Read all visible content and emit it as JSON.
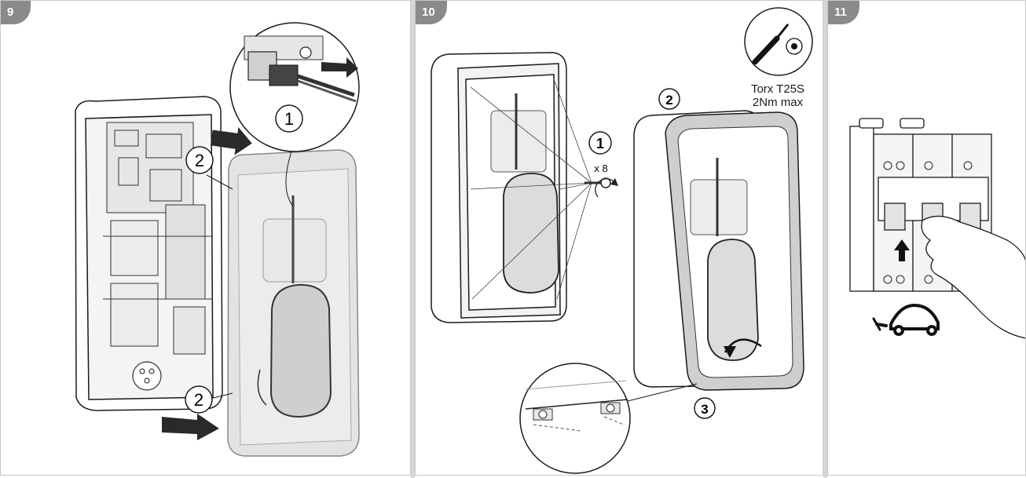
{
  "steps": {
    "step9": {
      "number": "9",
      "callouts": {
        "connect": "1",
        "push_top": "2",
        "push_bottom": "2"
      }
    },
    "step10": {
      "number": "10",
      "callouts": {
        "screws": "1",
        "cover": "2",
        "detail": "3"
      },
      "screw_count": "x 8",
      "tool": {
        "name": "Torx T25S",
        "torque": "2Nm max"
      }
    },
    "step11": {
      "number": "11"
    }
  },
  "icons": [
    "torx-screwdriver-icon",
    "torx-bit-icon",
    "rotate-arrow-icon",
    "push-arrow-icon",
    "ev-car-plug-icon"
  ],
  "colors": {
    "tab": "#8a8a8a",
    "line": "#1a1a1a",
    "arrow": "#2a2a2a",
    "cover": "#e3e3e3"
  }
}
